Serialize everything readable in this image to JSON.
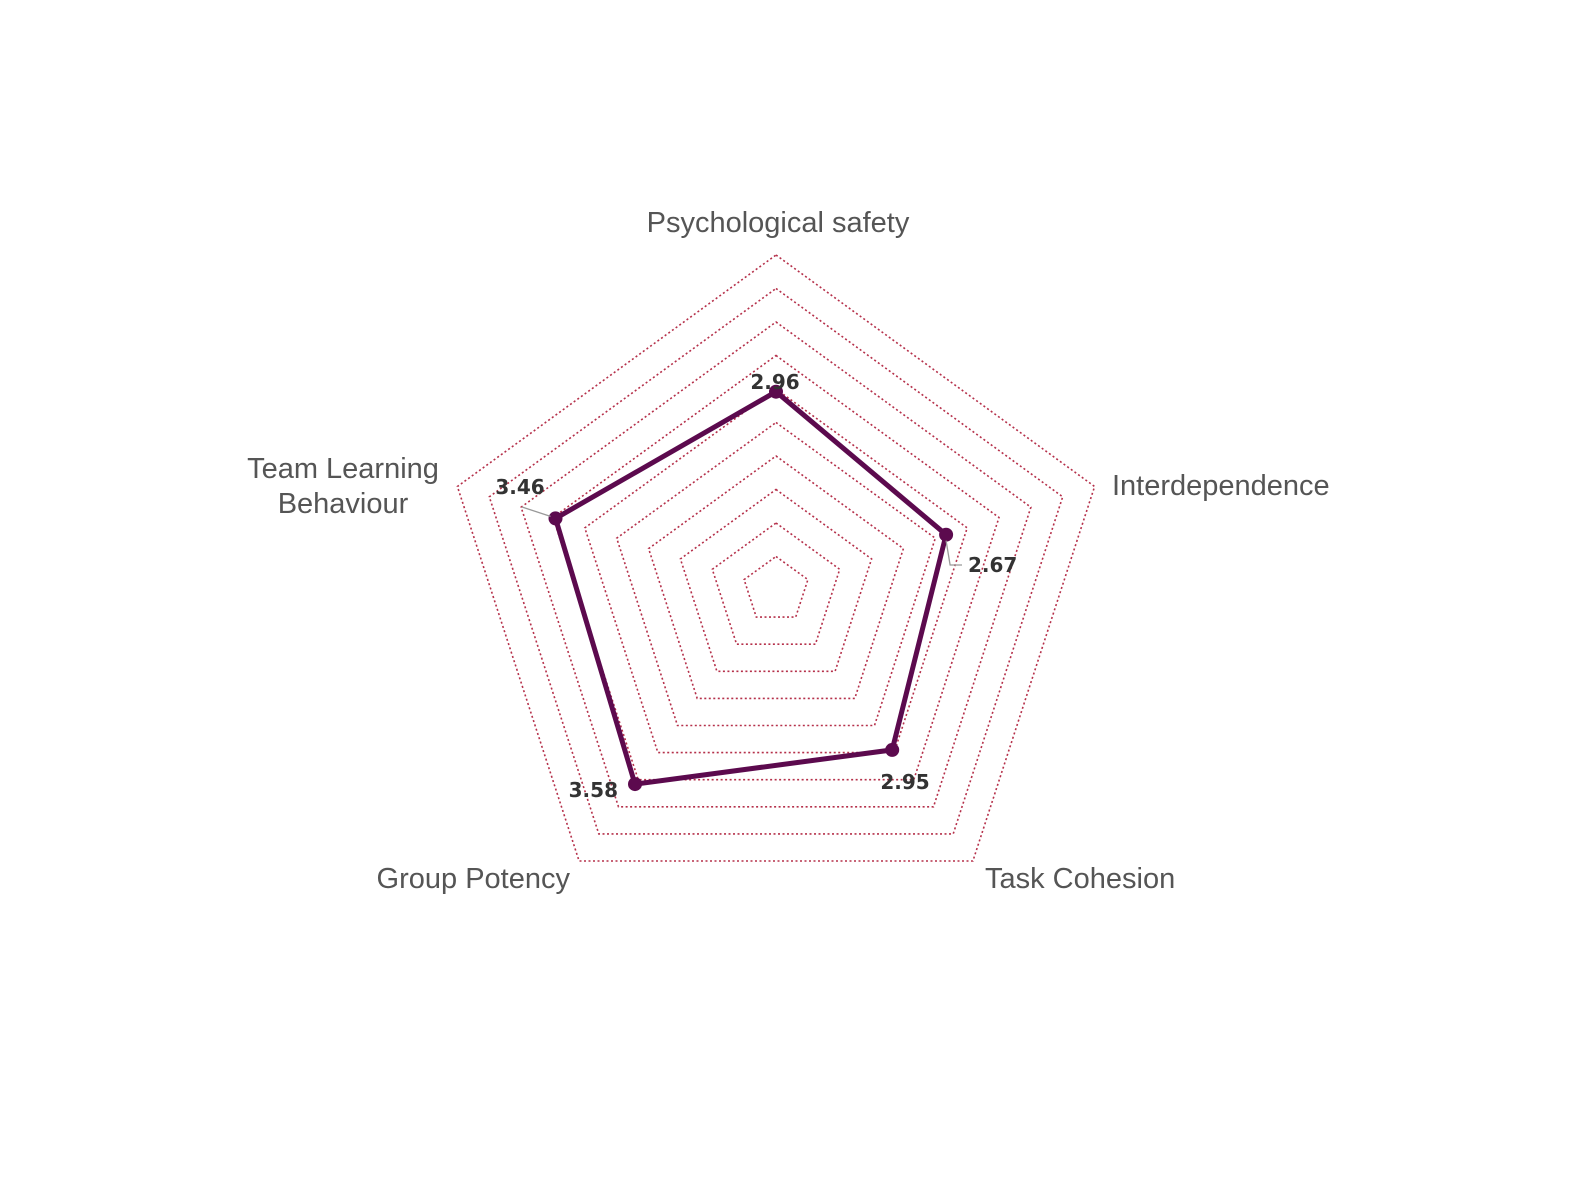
{
  "chart_data": {
    "type": "radar",
    "title": "",
    "categories": [
      "Psychological safety",
      "Interdependence",
      "Task Cohesion",
      "Group Potency",
      "Team Learning Behaviour"
    ],
    "series": [
      {
        "values": [
          2.96,
          2.67,
          2.95,
          3.58,
          3.46
        ]
      }
    ],
    "value_labels": [
      "2.96",
      "2.67",
      "2.95",
      "3.58",
      "3.46"
    ],
    "rlim": [
      0,
      5
    ],
    "grid_levels": 10,
    "grid": true,
    "legend": "none"
  },
  "colors": {
    "series": "#5c0a4e",
    "grid": "#b5304a",
    "axis_label": "#555555",
    "value_label": "#333333"
  }
}
